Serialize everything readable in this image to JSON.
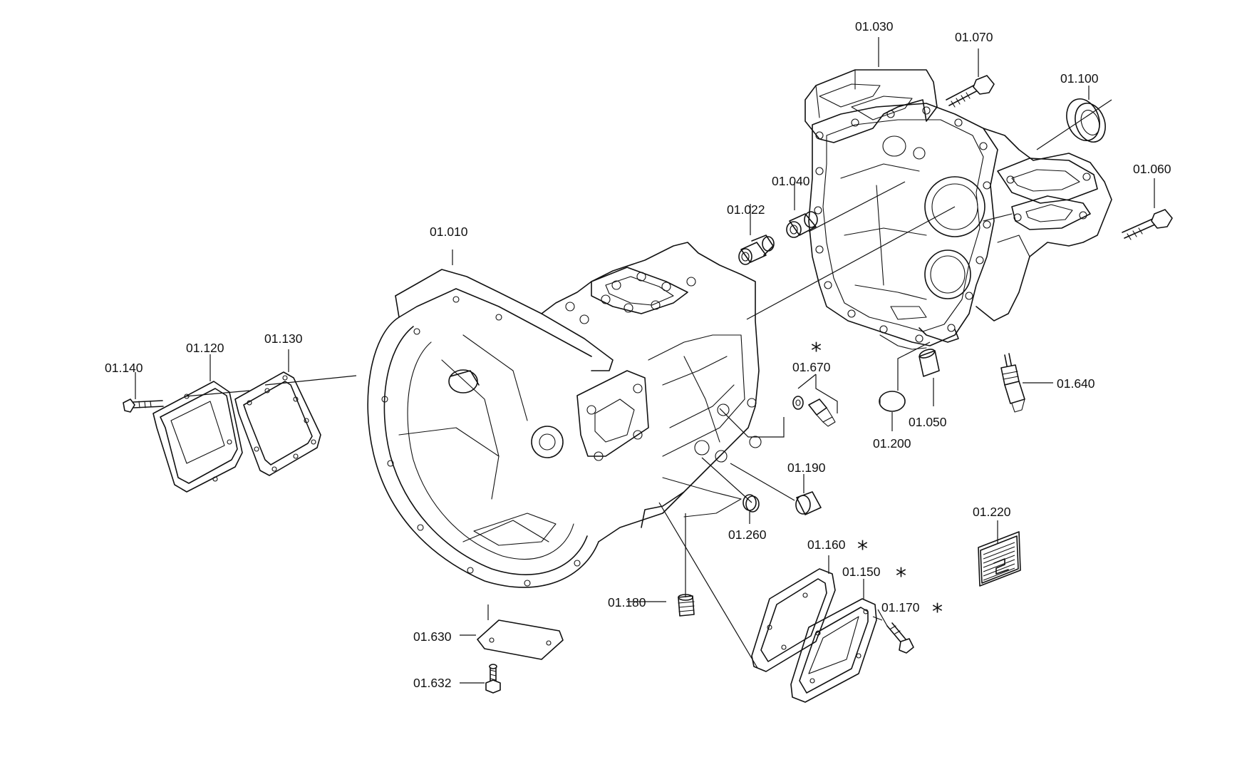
{
  "diagram": {
    "labels": {
      "p01010": "01.010",
      "p01022": "01.022",
      "p01030": "01.030",
      "p01040": "01.040",
      "p01050": "01.050",
      "p01060": "01.060",
      "p01070": "01.070",
      "p01100": "01.100",
      "p01120": "01.120",
      "p01130": "01.130",
      "p01140": "01.140",
      "p01150": "01.150",
      "p01160": "01.160",
      "p01170": "01.170",
      "p01180": "01.180",
      "p01190": "01.190",
      "p01200": "01.200",
      "p01220": "01.220",
      "p01260": "01.260",
      "p01630": "01.630",
      "p01632": "01.632",
      "p01640": "01.640",
      "p01670": "01.670"
    },
    "marks": {
      "asterisk": "*"
    }
  }
}
